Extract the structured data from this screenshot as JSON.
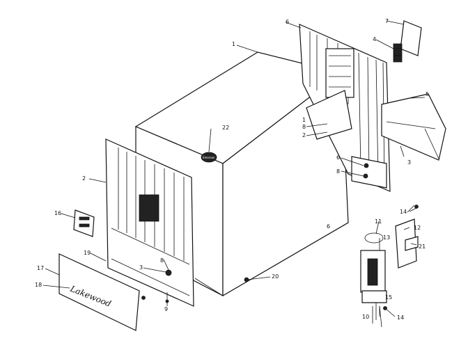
{
  "diagram": {
    "part_labels": {
      "p1": "1",
      "p2": "2",
      "p3a": "3",
      "p3b": "3",
      "p4": "4",
      "p5": "5",
      "p6a": "6",
      "p6b": "6",
      "p6c": "6",
      "p7": "7",
      "p8a": "8",
      "p8b": "8",
      "p8c": "8",
      "p9": "9",
      "p10": "10",
      "p11": "11",
      "p12": "12",
      "p13": "13",
      "p14a": "14",
      "p14b": "14",
      "p15": "15",
      "p16": "16",
      "p17": "17",
      "p18": "18",
      "p19": "19",
      "p20": "20",
      "p21": "21",
      "p22": "22",
      "p1b": "1",
      "p2b": "2"
    },
    "badge_text": "Emerson",
    "grille_script": "Lakewood"
  }
}
